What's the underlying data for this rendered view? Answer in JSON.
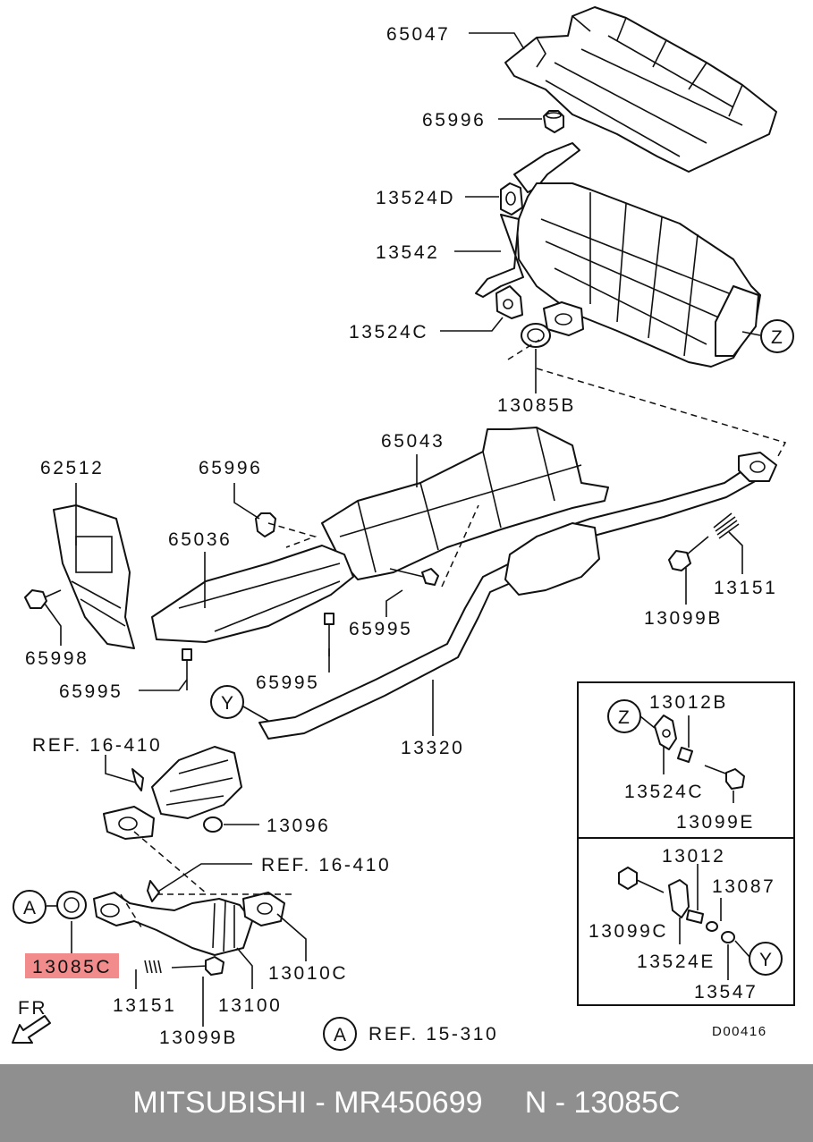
{
  "diagram": {
    "labels": {
      "p65047": "65047",
      "p65996_top": "65996",
      "p13524D": "13524D",
      "p13542": "13542",
      "p13524C_top": "13524C",
      "p13085B": "13085B",
      "p65043": "65043",
      "p62512": "62512",
      "p65996_mid": "65996",
      "p65036": "65036",
      "p65998": "65998",
      "p65995_left": "65995",
      "p65995_mid": "65995",
      "p65995_right": "65995",
      "p13151_right": "13151",
      "p13099B_right": "13099B",
      "p13320": "13320",
      "ref_16_410_a": "REF. 16-410",
      "p13096": "13096",
      "ref_16_410_b": "REF. 16-410",
      "p13085C": "13085C",
      "p13151_bottom": "13151",
      "p13100": "13100",
      "p13010C": "13010C",
      "p13099B_bottom": "13099B",
      "ref_15_310": "REF. 15-310",
      "fr": "FR",
      "code": "D00416",
      "circle_a1": "A",
      "circle_a2": "A",
      "circle_y1": "Y",
      "circle_y2": "Y",
      "circle_z1": "Z",
      "circle_z2": "Z"
    },
    "inset_top": {
      "p13012B": "13012B",
      "p13524C": "13524C",
      "p13099E": "13099E"
    },
    "inset_bottom": {
      "p13012": "13012",
      "p13087": "13087",
      "p13099C": "13099C",
      "p13524E": "13524E",
      "p13547": "13547"
    },
    "highlight_color": "#f28b8b"
  },
  "footer": {
    "text": "MITSUBISHI - MR450699     N - 13085C"
  }
}
